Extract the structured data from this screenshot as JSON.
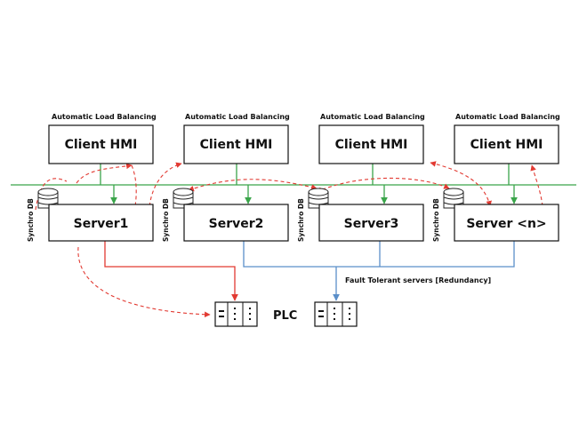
{
  "clients": [
    {
      "label": "Client HMI",
      "balance_label": "Automatic Load Balancing"
    },
    {
      "label": "Client HMI",
      "balance_label": "Automatic Load Balancing"
    },
    {
      "label": "Client HMI",
      "balance_label": "Automatic Load Balancing"
    },
    {
      "label": "Client HMI",
      "balance_label": "Automatic Load Balancing"
    }
  ],
  "servers": [
    {
      "label": "Server1",
      "db_label": "Synchro DB"
    },
    {
      "label": "Server2",
      "db_label": "Synchro DB"
    },
    {
      "label": "Server3",
      "db_label": "Synchro DB"
    },
    {
      "label": "Server <n>",
      "db_label": "Synchro DB"
    }
  ],
  "plc_label": "PLC",
  "redundancy_label": "Fault Tolerant servers [Redundancy]",
  "colors": {
    "network_line": "#3aa54a",
    "primary_link": "#e23a32",
    "redundant_link": "#5b8fc9",
    "sync_dashed": "#e23a32"
  }
}
